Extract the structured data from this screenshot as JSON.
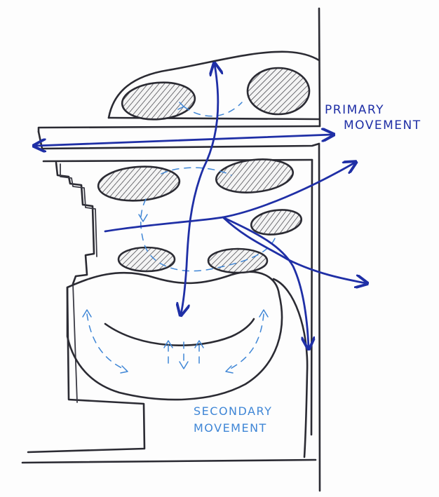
{
  "labels": {
    "primary": [
      "PRIMARY",
      "MOVEMENT"
    ],
    "secondary": [
      "SECONDARY",
      "MOVEMENT"
    ]
  },
  "colors": {
    "ink": "#2b2b33",
    "primary_movement": "#1f2fa6",
    "secondary_movement": "#3f86d6"
  }
}
